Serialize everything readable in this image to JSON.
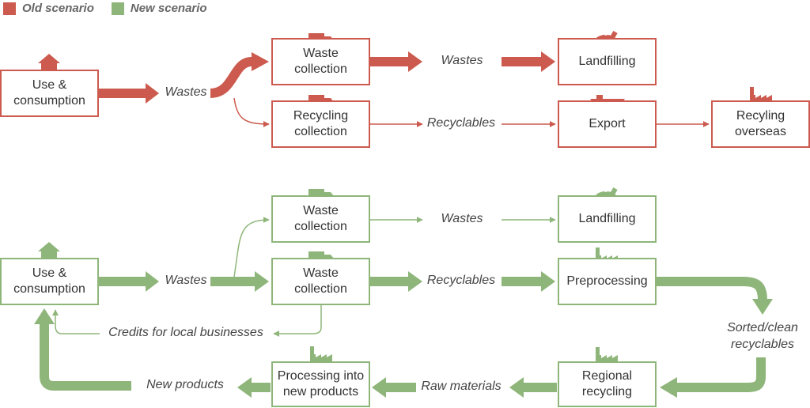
{
  "colors": {
    "old": "#cc5a4e",
    "new": "#8fb67a"
  },
  "legend": {
    "old_label": "Old scenario",
    "new_label": "New scenario"
  },
  "old": {
    "use": "Use &\nconsumption",
    "wastes_label": "Wastes",
    "waste_collection": "Waste\ncollection",
    "wastes_label2": "Wastes",
    "landfilling": "Landfilling",
    "recycling_collection": "Recycling\ncollection",
    "recyclables_label": "Recyclables",
    "export": "Export",
    "recycling_overseas": "Recyling\noverseas"
  },
  "new": {
    "use": "Use &\nconsumption",
    "wastes_label": "Wastes",
    "waste_collection_top": "Waste\ncollection",
    "wastes_label2": "Wastes",
    "landfilling": "Landfilling",
    "waste_collection": "Waste\ncollection",
    "recyclables_label": "Recyclables",
    "preprocessing": "Preprocessing",
    "credits_label": "Credits for local businesses",
    "sorted_label": "Sorted/clean\nrecyclables",
    "regional_recycling": "Regional\nrecycling",
    "raw_materials_label": "Raw materials",
    "processing": "Processing into\nnew products",
    "new_products_label": "New products"
  },
  "icons": [
    "house-icon",
    "truck-icon",
    "landfill-icon",
    "ship-icon",
    "factory-icon"
  ]
}
